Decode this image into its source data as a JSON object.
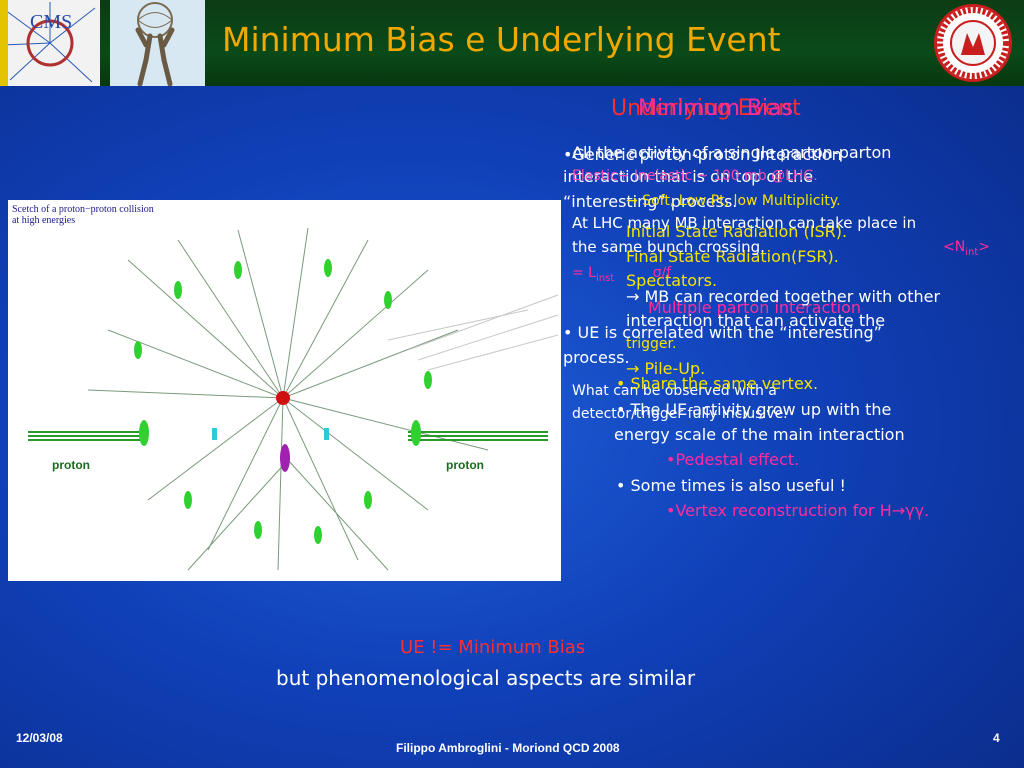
{
  "header": {
    "title": "Minimum Bias e Underlying Event",
    "cms_logo_text": "CMS"
  },
  "overlay_titles": {
    "a": "Underlying Event",
    "b": "Minimum Bias"
  },
  "underlying_event": [
    "All the activity of a single parton-parton",
    "interaction that is on top of the",
    "“interesting” process.",
    "Initial State Radiation (ISR).",
    "Final State Radiation(FSR).",
    "Spectators.",
    "Multiple parton interaction",
    "• UE is correlated with the “interesting”",
    "process.",
    "What can be observed with a",
    "detector/trigger fully inclusive."
  ],
  "minimum_bias": [
    "•Generic proton-proton interaction",
    "Elastic+ Inelastic ~ 100 mb @LHC.",
    "→ Soft, Low Pt, low Multiplicity.",
    "At LHC many MB interaction can take place in",
    "the same bunch crossing.",
    "<N",
    "int",
    ">",
    "= L",
    "inst",
    "σ/f",
    "→ MB can recorded together with other",
    "interaction that can activate the",
    "trigger.",
    "→ Pile-Up.",
    "• Share the same vertex.",
    "• The UE activity grow up with the",
    "energy scale of the main interaction",
    "•Pedestal effect.",
    "• Some times is also useful !",
    "•Vertex reconstruction for H→γγ."
  ],
  "figure": {
    "caption_line1": "Scetch of a proton−proton collision",
    "caption_line2": "at high energies",
    "proton_left": "proton",
    "proton_right": "proton"
  },
  "bottom": {
    "red": "UE != Minimum Bias",
    "white": "but phenomenological aspects are similar"
  },
  "footer": {
    "date": "12/03/08",
    "center": "Filippo Ambroglini - Moriond QCD 2008",
    "page": "4"
  },
  "colors": {
    "title": "#f0a800",
    "ue_text": "#f5e300",
    "mb_text": "#ff2d9c",
    "header_bg": "#0a4a18"
  }
}
